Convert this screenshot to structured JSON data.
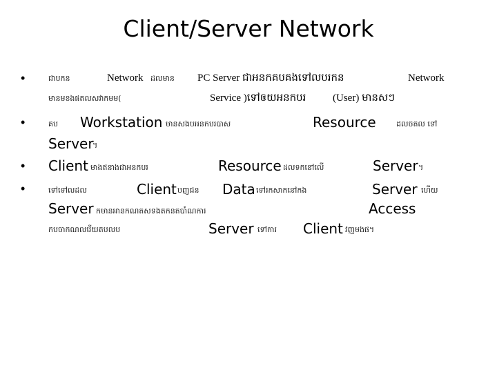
{
  "slide": {
    "title": "Client/Server Network",
    "bullet_symbol": "•",
    "b1": {
      "t1": "ជាបកន",
      "t2": "Network",
      "t3": "ដលមាន",
      "t4": "PC Server ជាអនកគបគងទៅលបរកន",
      "t5": "Network",
      "t6": "មានមខងផតលសវាកមម(",
      "t7": "Service )ទៅឲយអនកបរ",
      "t8": "(User) មានសៗ"
    },
    "b2": {
      "t1": "គប",
      "t2": "Workstation",
      "t3": "មានសងបអនកបរបាស",
      "t4": "Resource",
      "t5": "ដលចតល ទៅ",
      "t6": "Server",
      "t7": "។"
    },
    "b3": {
      "t1": "Client",
      "t2": "មាងឥនាងជាអនកបរ",
      "t3": "Resource",
      "t4": "ដលទកនៅលើ",
      "t5": "Server",
      "t6": "។"
    },
    "b4": {
      "t1": "ទៅទៅលដល",
      "t2": "Client",
      "t3": "បញជន",
      "t4": "Data",
      "t5": "ទៅរកសាកនៅកង",
      "t6": "Server",
      "t7": "ហើយ",
      "t8": "Server",
      "t9": "កមានអានកណតសទងតកនតបាំណការ",
      "t10": "Access",
      "t11": "កបចាកណលរើយតបលប",
      "t12": "Server",
      "t13": "ទៅការ",
      "t14": "Client",
      "t15": "វញមងផ។"
    }
  }
}
